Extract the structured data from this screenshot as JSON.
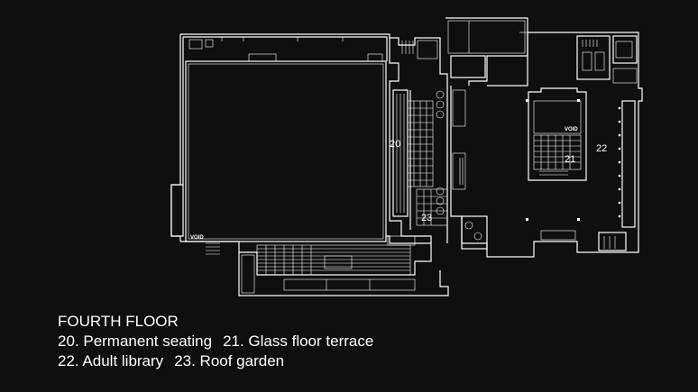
{
  "plan": {
    "room_labels": {
      "seating": "20",
      "glass_terrace": "21",
      "library": "22",
      "roof_garden": "23"
    },
    "void_labels": [
      "VOID",
      "VOID"
    ]
  },
  "caption": {
    "title": "FOURTH FLOOR",
    "legend": [
      "20. Permanent seating",
      "21. Glass floor terrace",
      "22. Adult library",
      "23. Roof garden"
    ]
  },
  "colors": {
    "background": "#0f0f0f",
    "linework": "#ffffff"
  }
}
